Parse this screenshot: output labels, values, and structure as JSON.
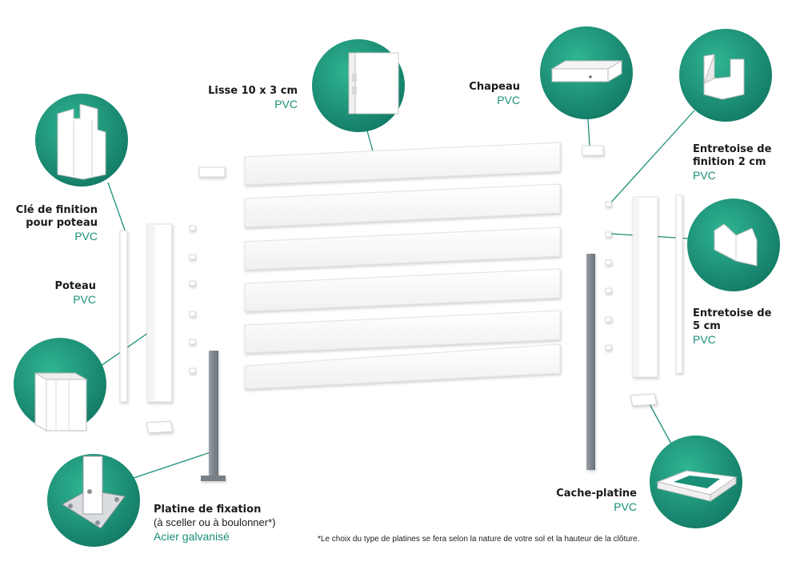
{
  "colors": {
    "accent": "#1a8f78",
    "accent_light": "#2fb592",
    "post_steel": "#8a9096"
  },
  "labels": {
    "lisse": {
      "title": "Lisse 10 x 3 cm",
      "material": "PVC"
    },
    "chapeau": {
      "title": "Chapeau",
      "material": "PVC"
    },
    "entretoise_finition": {
      "title_line1": "Entretoise de",
      "title_line2": "finition 2 cm",
      "material": "PVC"
    },
    "cle_finition": {
      "title_line1": "Clé de finition",
      "title_line2": "pour poteau",
      "material": "PVC"
    },
    "poteau": {
      "title": "Poteau",
      "material": "PVC"
    },
    "entretoise_5": {
      "title_line1": "Entretoise de",
      "title_line2": "5 cm",
      "material": "PVC"
    },
    "platine": {
      "title": "Platine de fixation",
      "subtitle": "(à sceller ou à boulonner*)",
      "material": "Acier galvanisé"
    },
    "cache_platine": {
      "title": "Cache-platine",
      "material": "PVC"
    }
  },
  "footnote": "*Le choix du type de platines se fera selon la nature de votre sol et la hauteur de la clôture.",
  "icons": [
    "lisse-detail-icon",
    "chapeau-detail-icon",
    "entretoise-finition-detail-icon",
    "cle-finition-detail-icon",
    "entretoise-5cm-detail-icon",
    "poteau-detail-icon",
    "platine-detail-icon",
    "cache-platine-detail-icon"
  ]
}
